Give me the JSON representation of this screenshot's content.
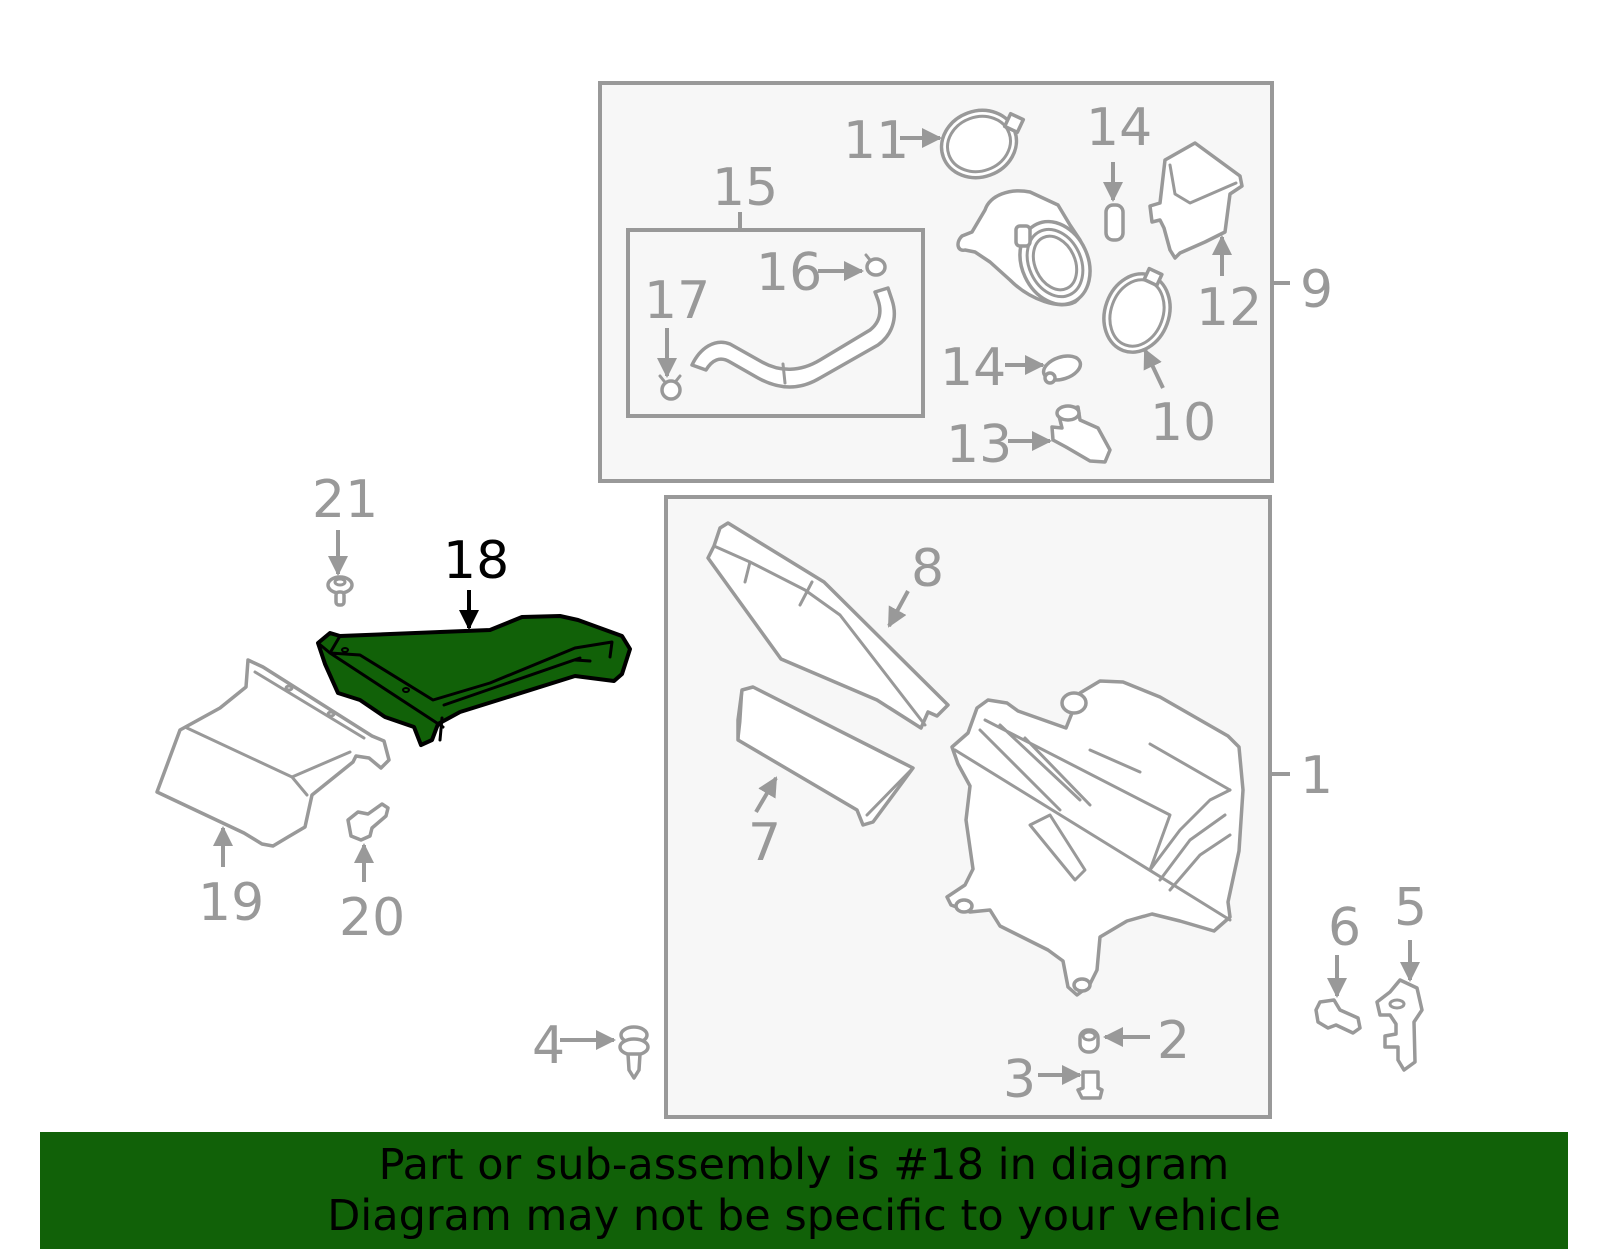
{
  "diagram": {
    "highlighted_part": "18",
    "highlight_color": "#116108",
    "line_color": "#999999",
    "box_fill": "#f7f7f7",
    "callouts": {
      "c1": "1",
      "c2": "2",
      "c3": "3",
      "c4": "4",
      "c5": "5",
      "c6": "6",
      "c7": "7",
      "c8": "8",
      "c9": "9",
      "c10": "10",
      "c11": "11",
      "c12": "12",
      "c13": "13",
      "c14a": "14",
      "c14b": "14",
      "c15": "15",
      "c16": "16",
      "c17": "17",
      "c18": "18",
      "c19": "19",
      "c20": "20",
      "c21": "21"
    }
  },
  "banner": {
    "background": "#116108",
    "line1": "Part or sub-assembly is #18 in diagram",
    "line2": "Diagram may not be specific to your vehicle"
  }
}
